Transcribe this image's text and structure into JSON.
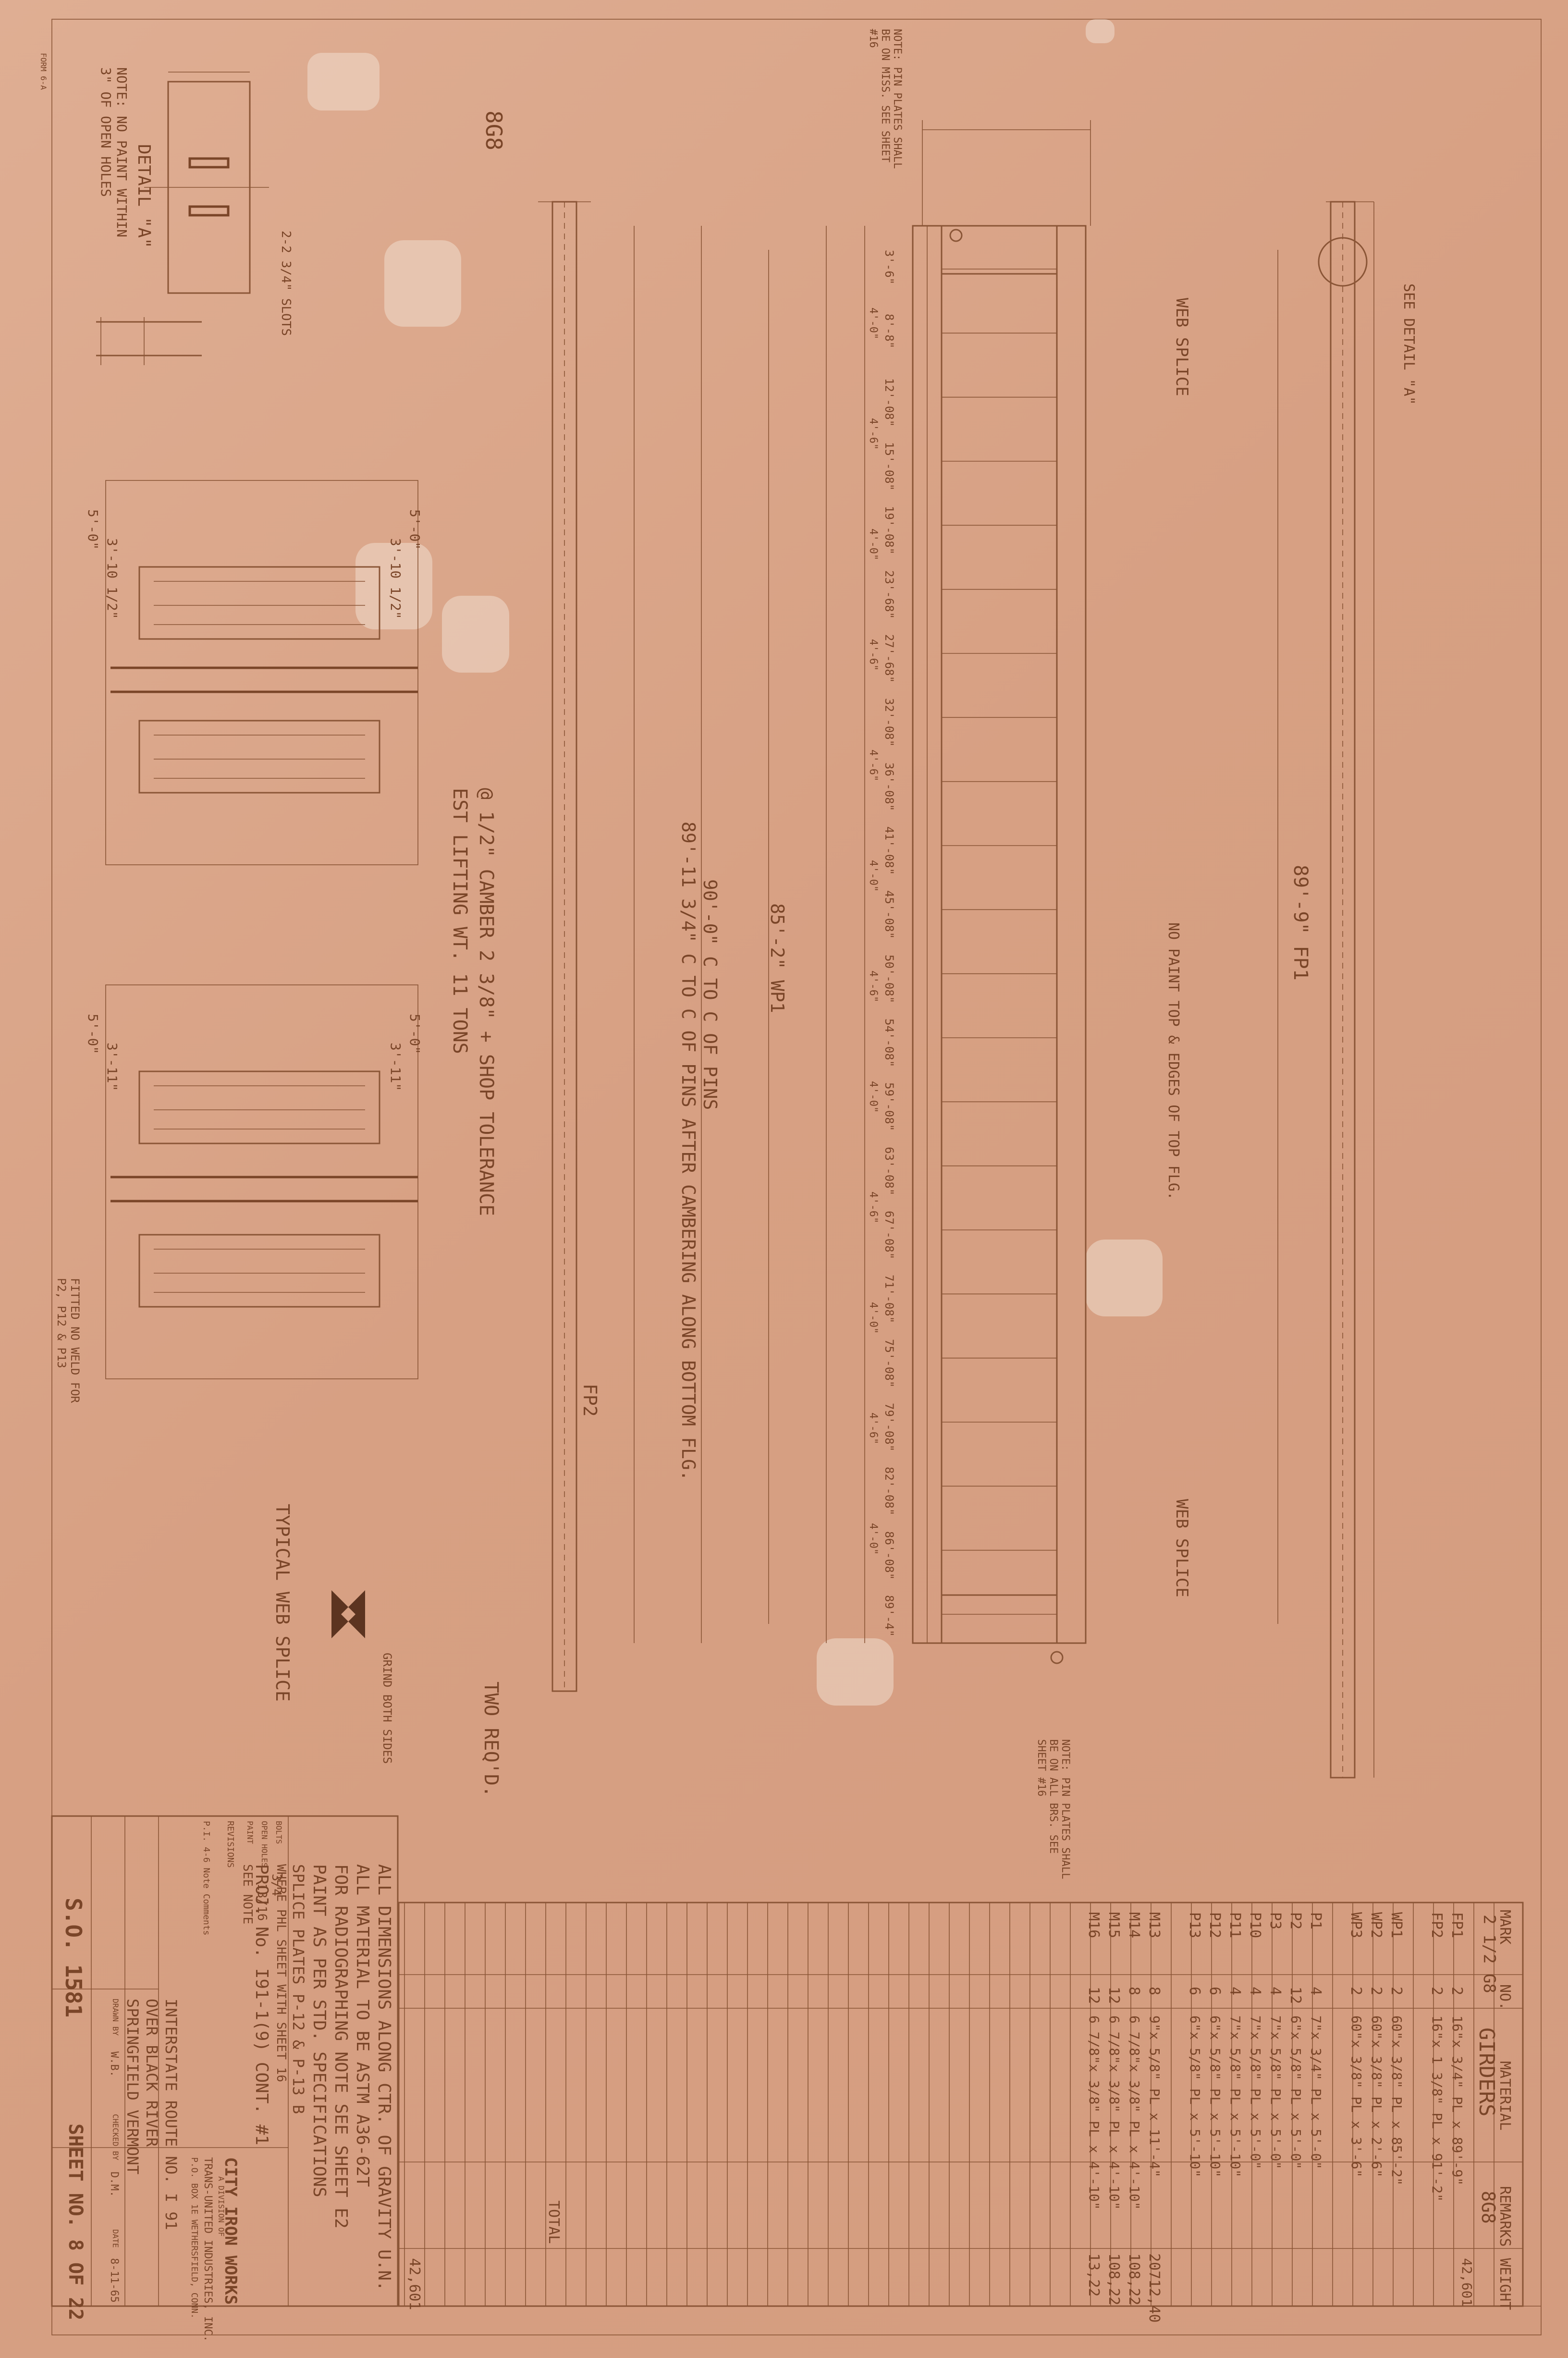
{
  "sheet": {
    "form_number": "FORM 6-A",
    "mark": "8G8",
    "lifting_weight": "EST LIFTING WT. 11 TONS",
    "camber": "@ 1/2\" CAMBER 2 3/8\" + SHOP TOLERANCE",
    "required": "TWO REQ'D.",
    "length_fp1": "89'-9\" FP1",
    "length_wp1": "85'-2\" WP1",
    "pins_ctc": "90'-0\" C TO C OF PINS",
    "pins_after": "89'-11 3/4\" C TO C OF PINS AFTER CAMBERING ALONG BOTTOM FLG.",
    "fp2": "FP2",
    "web_splice_top": "WEB SPLICE",
    "web_splice_bottom": "WEB SPLICE",
    "no_paint": "NO PAINT TOP & EDGES OF TOP FLG.",
    "see_detail": "SEE DETAIL \"A\"",
    "detail_a": "DETAIL \"A\"",
    "detail_note": "NOTE: NO PAINT WITHIN 3\" OF OPEN HOLES",
    "slots": "2-2 3/4\" SLOTS",
    "typical_web_splice": "TYPICAL WEB SPLICE",
    "grind": "GRIND BOTH SIDES",
    "fitted": "FITTED NO WELD FOR P2, P12 & P13",
    "note_top": "NOTE: PIN PLATES SHALL BE ON MISS. SEE SHEET #16",
    "note_bottom": "NOTE: PIN PLATES SHALL BE ON ALL BRS. SEE SHEET #16",
    "cut_dims": [
      "5'-0\"",
      "3'-10 1/2\"",
      "5'-0\"",
      "3'-10 1/2\"",
      "5'-0\"",
      "3'-11\"",
      "3'-11\"",
      "5'-0\""
    ],
    "stiffener_stations": [
      "3'-6\"",
      "8'-8\"",
      "12'-08\"",
      "15'-08\"",
      "19'-08\"",
      "23'-68\"",
      "27'-68\"",
      "32'-08\"",
      "36'-08\"",
      "41'-08\"",
      "45'-08\"",
      "50'-08\"",
      "54'-08\"",
      "59'-08\"",
      "63'-08\"",
      "67'-08\"",
      "71'-08\"",
      "75'-08\"",
      "79'-08\"",
      "82'-08\"",
      "86'-08\"",
      "89'-4\""
    ],
    "spacing": [
      "4'-0\"",
      "4'-6\"",
      "4'-0\"",
      "4'-6\"",
      "4'-6\"",
      "4'-0\"",
      "4'-6\"",
      "4'-0\"",
      "4'-6\"",
      "4'-0\"",
      "4'-6\"",
      "4'-0\""
    ]
  },
  "bill_of_material": {
    "headers": [
      "MARK",
      "NO.",
      "MATERIAL",
      "REMARKS",
      "WEIGHT"
    ],
    "title": "GIRDERS",
    "title_mark": "8G8",
    "title_weight": "42,601",
    "mark_prefix": "2 1/2 G8",
    "rows": [
      {
        "mark": "FP1",
        "no": "2",
        "material": "16\"x 3/4\" PL x 89'-9\"",
        "weight": ""
      },
      {
        "mark": "FP2",
        "no": "2",
        "material": "16\"x 1 3/8\" PL x 91'-2\"",
        "weight": ""
      },
      {
        "mark": "WP1",
        "no": "2",
        "material": "60\"x 3/8\" PL x 85'-2\"",
        "weight": ""
      },
      {
        "mark": "WP2",
        "no": "2",
        "material": "60\"x 3/8\" PL x 2'-6\"",
        "weight": ""
      },
      {
        "mark": "WP3",
        "no": "2",
        "material": "60\"x 3/8\" PL x 3'-6\"",
        "weight": ""
      },
      {
        "mark": "P1",
        "no": "4",
        "material": "7\"x 3/4\" PL x 5'-0\"",
        "weight": ""
      },
      {
        "mark": "P2",
        "no": "12",
        "material": "6\"x 5/8\" PL x 5'-0\"",
        "weight": ""
      },
      {
        "mark": "P3",
        "no": "4",
        "material": "7\"x 5/8\" PL x 5'-0\"",
        "weight": ""
      },
      {
        "mark": "P10",
        "no": "4",
        "material": "7\"x 5/8\" PL x 5'-0\"",
        "weight": ""
      },
      {
        "mark": "P11",
        "no": "4",
        "material": "7\"x 5/8\" PL x 5'-10\"",
        "weight": ""
      },
      {
        "mark": "P12",
        "no": "6",
        "material": "6\"x 5/8\" PL x 5'-10\"",
        "weight": ""
      },
      {
        "mark": "P13",
        "no": "6",
        "material": "6\"x 5/8\" PL x 5'-10\"",
        "weight": ""
      },
      {
        "mark": "M13",
        "no": "8",
        "material": "9\"x 5/8\" PL x 11'-4\"",
        "weight": "20712,40"
      },
      {
        "mark": "M14",
        "no": "8",
        "material": "6 7/8\"x 3/8\" PL x 4'-10\"",
        "weight": "108,22"
      },
      {
        "mark": "M15",
        "no": "12",
        "material": "6 7/8\"x 3/8\" PL x 4'-10\"",
        "weight": "108,22"
      },
      {
        "mark": "M16",
        "no": "12",
        "material": "6 7/8\"x 3/8\" PL x 4'-10\"",
        "weight": "13,22"
      }
    ],
    "total_label": "TOTAL",
    "total_weight": "42,601"
  },
  "notes": [
    "ALL DIMENSIONS ALONG CTR. OF GRAVITY U.N.",
    "ALL MATERIAL TO BE ASTM A36-62T",
    "FOR RADIOGRAPHING NOTE SEE SHEET E2",
    "PAINT AS PER STD. SPECIFICATIONS",
    "SPLICE PLATES P-12 & P-13 B",
    "WHERE PHL SHEET WITH SHEET 16",
    "PROJ. No. I91-1(9) CONT. #1"
  ],
  "title_block": {
    "company": "CITY IRON WORKS",
    "division": "A DIVISION OF",
    "parent": "TRANS-UNITED INDUSTRIES, INC.",
    "address": "P.O. BOX 1E  WETHERSFIELD, CONN.",
    "project_1": "INTERSTATE ROUTE NO. I 91",
    "project_2": "OVER BLACK RIVER",
    "project_3": "SPRINGFIELD VERMONT",
    "bolts_label": "BOLTS",
    "bolts_value": "3/4",
    "open_holes_label": "OPEN HOLES",
    "open_holes_value": "13/16",
    "paint_label": "PAINT",
    "paint_value": "SEE NOTE",
    "revisions_label": "REVISIONS",
    "revision_1": "P.I. 4-6 Note Comments",
    "drawn_label": "DRAWN BY",
    "drawn_value": "W.B.",
    "checked_label": "CHECKED BY",
    "checked_value": "D.M.",
    "date_label": "DATE",
    "date_value": "8-11-65",
    "so_number": "S.O. 1581",
    "sheet_number": "SHEET NO. 8 OF 22"
  }
}
